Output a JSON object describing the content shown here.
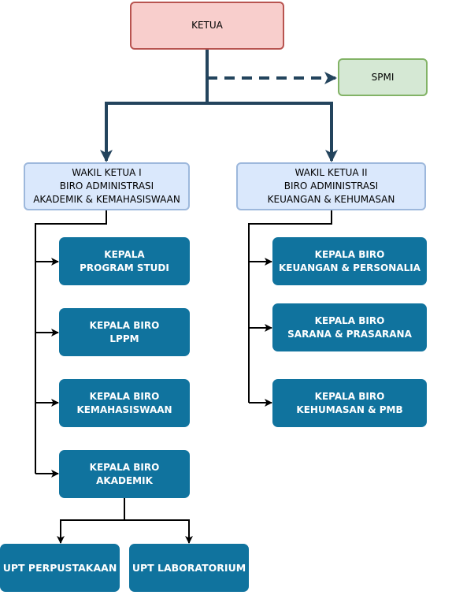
{
  "ketua": {
    "label": "KETUA"
  },
  "spmi": {
    "label": "SPMI"
  },
  "wakil_1": {
    "lines": [
      "WAKIL KETUA I",
      "BIRO ADMINISTRASI",
      "AKADEMIK & KEMAHASISWAAN"
    ]
  },
  "wakil_2": {
    "lines": [
      "WAKIL KETUA II",
      "BIRO ADMINISTRASI",
      "KEUANGAN & KEHUMASAN"
    ]
  },
  "left_units": [
    {
      "lines": [
        "KEPALA",
        "PROGRAM STUDI"
      ]
    },
    {
      "lines": [
        "KEPALA BIRO",
        "LPPM"
      ]
    },
    {
      "lines": [
        "KEPALA BIRO",
        "KEMAHASISWAAN"
      ]
    },
    {
      "lines": [
        "KEPALA BIRO",
        "AKADEMIK"
      ]
    }
  ],
  "right_units": [
    {
      "lines": [
        "KEPALA BIRO",
        "KEUANGAN & PERSONALIA"
      ]
    },
    {
      "lines": [
        "KEPALA BIRO",
        "SARANA & PRASARANA"
      ]
    },
    {
      "lines": [
        "KEPALA BIRO",
        "KEHUMASAN & PMB"
      ]
    }
  ],
  "upt": [
    {
      "label": "UPT PERPUSTAKAAN"
    },
    {
      "label": "UPT LABORATORIUM"
    }
  ],
  "colors": {
    "ketua_fill": "#f8cecc",
    "ketua_border": "#b85450",
    "spmi_fill": "#d5e8d4",
    "spmi_border": "#82b366",
    "wakil_fill": "#dae8fc",
    "wakil_border": "#9db8dc",
    "unit_fill": "#10739e",
    "main_connector": "#23445d"
  }
}
